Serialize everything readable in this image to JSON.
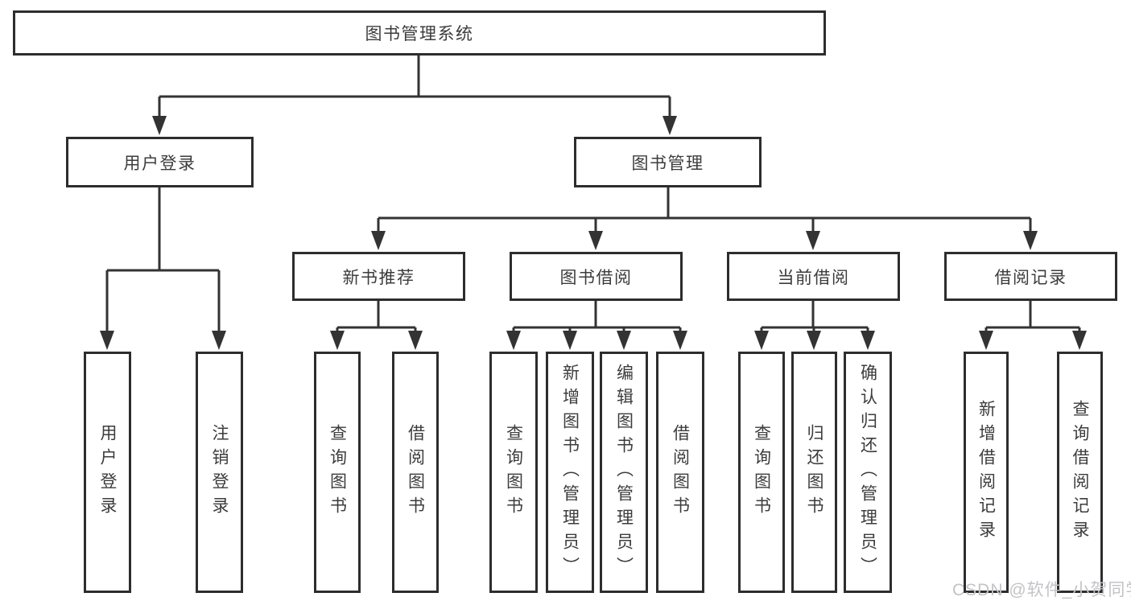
{
  "colors": {
    "background": "#ffffff",
    "line": "#333333",
    "box_border": "#2d2d2d",
    "text": "#3c3c3c",
    "watermark": "#c3c3c8"
  },
  "diagram": {
    "root": {
      "label": "图书管理系统"
    },
    "branches": [
      {
        "label": "用户登录",
        "children": [
          {
            "label": "用户登录"
          },
          {
            "label": "注销登录"
          }
        ]
      },
      {
        "label": "图书管理",
        "children": [
          {
            "label": "新书推荐",
            "children": [
              {
                "label": "查询图书"
              },
              {
                "label": "借阅图书"
              }
            ]
          },
          {
            "label": "图书借阅",
            "children": [
              {
                "label": "查询图书"
              },
              {
                "label": "新增图书（管理员）"
              },
              {
                "label": "编辑图书（管理员）"
              },
              {
                "label": "借阅图书"
              }
            ]
          },
          {
            "label": "当前借阅",
            "children": [
              {
                "label": "查询图书"
              },
              {
                "label": "归还图书"
              },
              {
                "label": "确认归还（管理员）"
              }
            ]
          },
          {
            "label": "借阅记录",
            "children": [
              {
                "label": "新增借阅记录"
              },
              {
                "label": "查询借阅记录"
              }
            ]
          }
        ]
      }
    ]
  },
  "watermark": {
    "text": "CSDN @软件_小贺同学"
  }
}
